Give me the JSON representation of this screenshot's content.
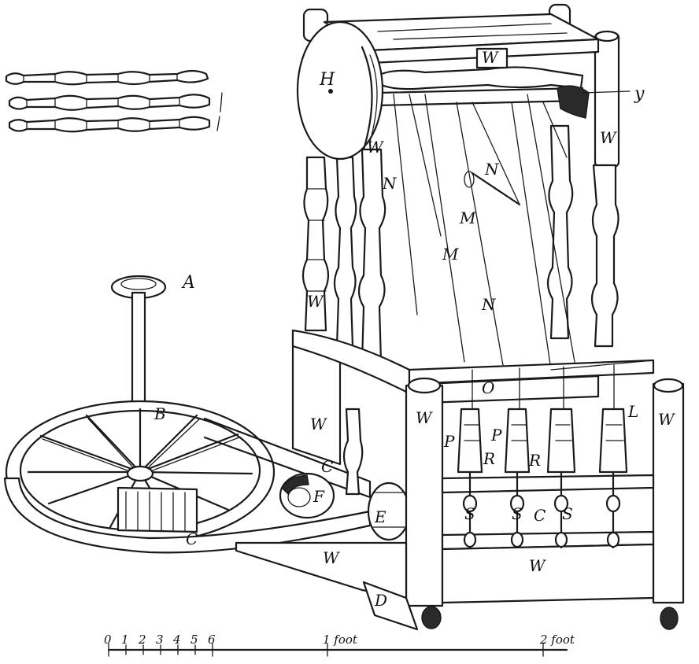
{
  "labels": {
    "A": "A",
    "B": "B",
    "C_belt_top": "C",
    "C_belt_bottom": "C",
    "C_small": "C",
    "D": "D",
    "E": "E",
    "F": "F",
    "H": "H",
    "L": "L",
    "M_upper": "M",
    "M_lower": "M",
    "N_left": "N",
    "N_upper_right": "N",
    "N_lower": "N",
    "O": "O",
    "P_left": "P",
    "P_right": "P",
    "R_left": "R",
    "R_right": "R",
    "S_1": "S",
    "S_2": "S",
    "S_3": "S",
    "W_top": "W",
    "W_left_post": "W",
    "W_panel": "W",
    "W_front_left": "W",
    "W_front_right": "W",
    "W_right_post": "W",
    "W_base_front": "W",
    "W_base_side": "W",
    "W_upper_right": "W",
    "Y": "y"
  },
  "scale": {
    "ticks": [
      "0",
      "1",
      "2",
      "3",
      "4",
      "5",
      "6"
    ],
    "one_foot": "1 foot",
    "two_foot": "2 foot"
  },
  "colors": {
    "ink": "#1a1a1a",
    "paper": "#ffffff"
  }
}
